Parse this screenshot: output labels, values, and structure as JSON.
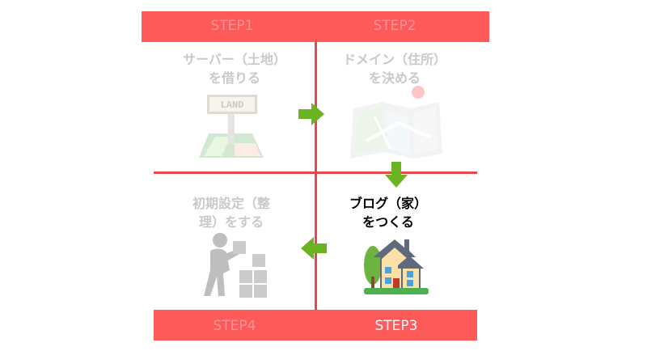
{
  "steps": [
    {
      "label": "STEP1",
      "caption": "サーバー（土地）\nを借りる",
      "icon": "land-sign-icon",
      "active": false
    },
    {
      "label": "STEP2",
      "caption": "ドメイン（住所）\nを決める",
      "icon": "map-pin-icon",
      "active": false
    },
    {
      "label": "STEP3",
      "caption": "ブログ（家）\nをつくる",
      "icon": "house-icon",
      "active": true
    },
    {
      "label": "STEP4",
      "caption": "初期設定（整\n理）をする",
      "icon": "person-boxes-icon",
      "active": false
    }
  ],
  "sign_text": "LAND",
  "colors": {
    "header_bar": "#ff5a5a",
    "divider": "#e8474b",
    "arrow": "#6ab422",
    "inactive_text": "#c9c9c9",
    "active_text": "#000000"
  }
}
